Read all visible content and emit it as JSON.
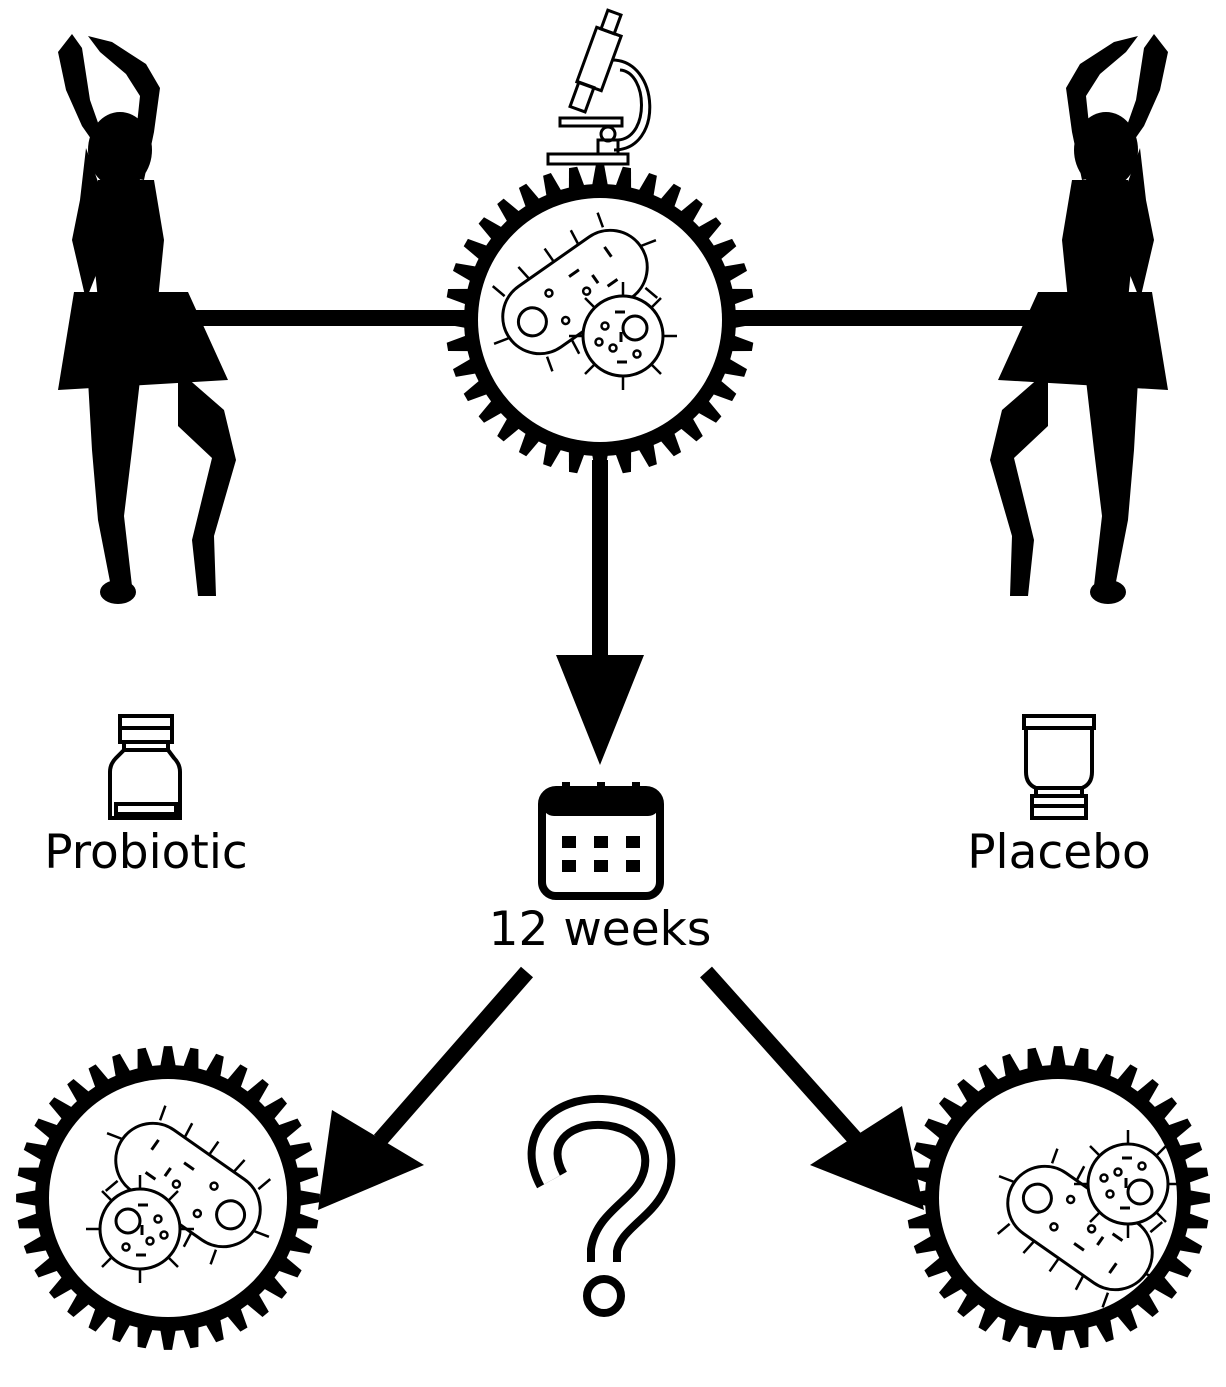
{
  "labels": {
    "probiotic": "Probiotic",
    "placebo": "Placebo",
    "duration": "12 weeks"
  },
  "icons": {
    "top_left_figure": "dancer-silhouette-icon",
    "top_right_figure": "dancer-silhouette-icon",
    "top_center_instrument": "microscope-icon",
    "top_center_gear": "gut-microbiome-gear-icon",
    "left_supplement": "probiotic-bottle-icon",
    "right_supplement": "placebo-bottle-icon",
    "timeline": "calendar-icon",
    "outcome_left": "gut-microbiome-gear-icon",
    "outcome_right": "gut-microbiome-gear-icon",
    "outcome_unknown": "question-mark-icon"
  },
  "colors": {
    "ink": "#000000",
    "paper": "#ffffff"
  }
}
